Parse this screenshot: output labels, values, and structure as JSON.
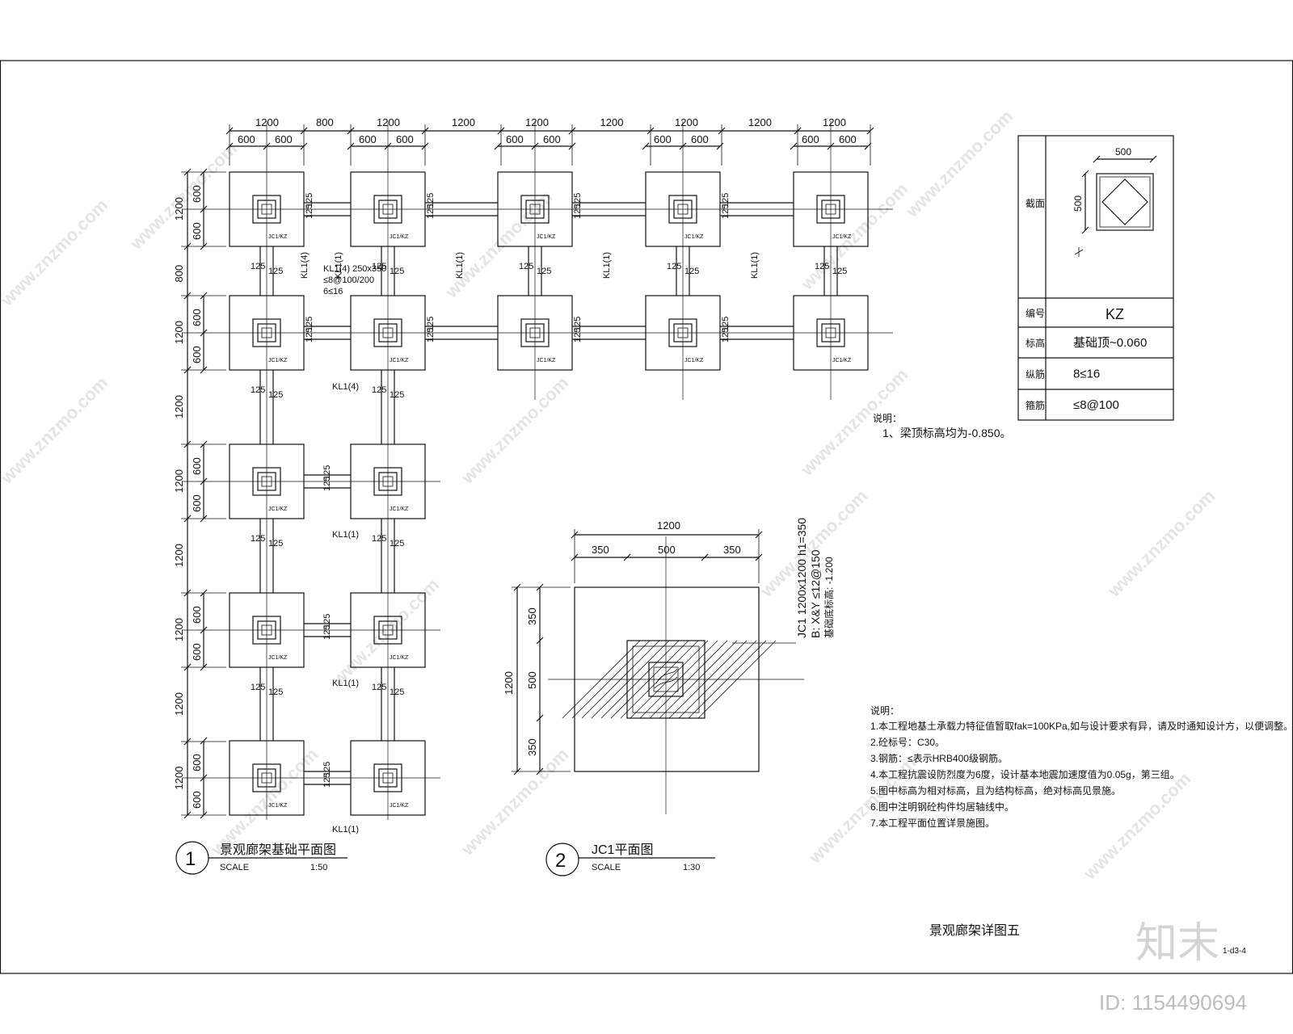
{
  "plan1": {
    "top_dims_overall": [
      "1200",
      "800",
      "1200",
      "1200",
      "1200",
      "1200",
      "1200",
      "1200",
      "1200"
    ],
    "top_dims_half": [
      "600",
      "600"
    ],
    "left_dims_overall": [
      "1200",
      "800",
      "1200",
      "1200",
      "1200",
      "1200",
      "1200",
      "1200",
      "1200"
    ],
    "left_dims_half": [
      "600",
      "600"
    ],
    "tag": "JC1/KZ",
    "dim_125": "125",
    "beam_kl14": "KL1(4)",
    "beam_kl11": "KL1(1)",
    "beam_note": [
      "KL1(4) 250x350",
      "≤8@100/200",
      "6≤16"
    ],
    "title_num": "1",
    "title": "景观廊架基础平面图",
    "scale_label": "SCALE",
    "scale": "1:50"
  },
  "plan2": {
    "dim_top": "1200",
    "dim_top_parts": [
      "350",
      "500",
      "350"
    ],
    "dim_left": "1200",
    "dim_left_parts": [
      "350",
      "500",
      "350"
    ],
    "label_lines": [
      "JC1 1200x1200 h1=350",
      "B: X&Y ≤12@150",
      "基础底标高: -1.200"
    ],
    "title_num": "2",
    "title": "JC1平面图",
    "scale_label": "SCALE",
    "scale": "1:30"
  },
  "column_table": {
    "dim_w": "500",
    "dim_h": "500",
    "rows": [
      {
        "label": "截面",
        "value": ""
      },
      {
        "label": "编号",
        "value": "KZ"
      },
      {
        "label": "标高",
        "value": "基础顶~0.060"
      },
      {
        "label": "纵筋",
        "value": "8≤16"
      },
      {
        "label": "箍筋",
        "value": "≤8@100"
      }
    ]
  },
  "note1": {
    "title": "说明：",
    "lines": [
      "1、梁顶标高均为-0.850。"
    ]
  },
  "note2": {
    "title": "说明：",
    "lines": [
      "1.本工程地基土承载力特征值暂取fak=100KPa,如与设计要求有异，请及时通知设计方，以便调整。",
      "2.砼标号：C30。",
      "3.钢筋：≤表示HRB400级钢筋。",
      "4.本工程抗震设防烈度为6度，设计基本地震加速度值为0.05g，第三组。",
      "5.图中标高为相对标高，且为结构标高，绝对标高见景施。",
      "6.图中注明钢砼构件均居轴线中。",
      "7.本工程平面位置详景施图。"
    ]
  },
  "sheet_title": "景观廊架详图五",
  "sheet_code": "1-d3-4",
  "watermark_text": "www.znzmo.com",
  "brand": "知末",
  "id_label": "ID: 1154490694"
}
